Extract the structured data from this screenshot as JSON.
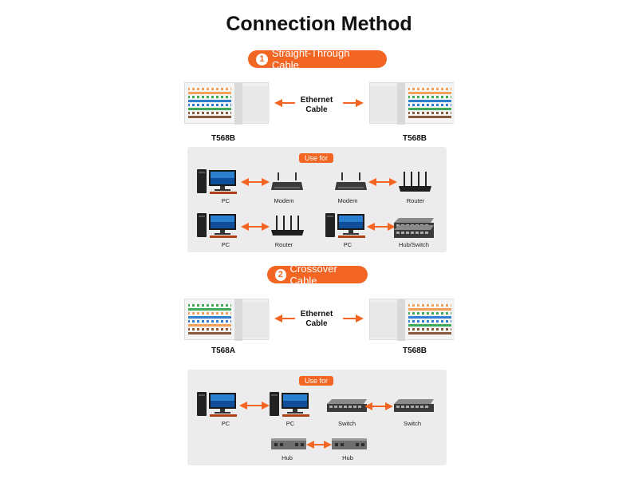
{
  "title": "Connection Method",
  "sections": [
    {
      "number": "1",
      "label": "Straight-Through Cable",
      "middle_label_line1": "Ethernet",
      "middle_label_line2": "Cable",
      "left_connector": "T568B",
      "right_connector": "T568B",
      "use_for": "Use for",
      "connections": [
        {
          "left": "PC",
          "right": "Modem"
        },
        {
          "left": "Modem",
          "right": "Router"
        },
        {
          "left": "PC",
          "right": "Router"
        },
        {
          "left": "PC",
          "right": "Hub/Switch"
        }
      ]
    },
    {
      "number": "2",
      "label": "Crossover Cable",
      "middle_label_line1": "Ethernet",
      "middle_label_line2": "Cable",
      "left_connector": "T568A",
      "right_connector": "T568B",
      "use_for": "Use for",
      "connections": [
        {
          "left": "PC",
          "right": "PC"
        },
        {
          "left": "Switch",
          "right": "Switch"
        },
        {
          "left": "Hub",
          "right": "Hub"
        }
      ]
    }
  ],
  "colors": {
    "accent": "#f26522",
    "panel": "#ececec",
    "wire_orange": "#f5a15a",
    "wire_green": "#3dab5a",
    "wire_blue": "#2f7fd0",
    "wire_brown": "#8a5a3c"
  }
}
